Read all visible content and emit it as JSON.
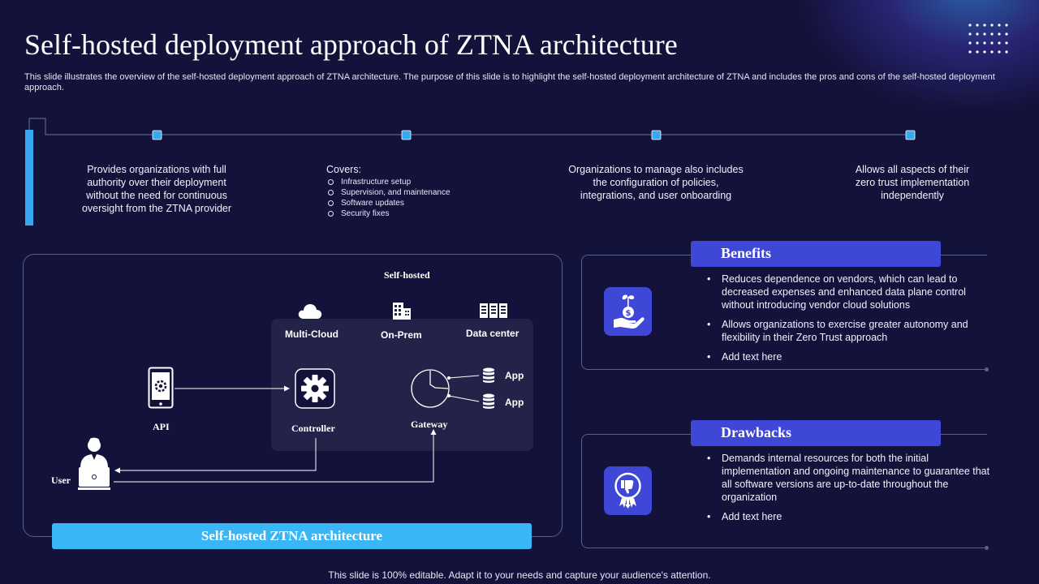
{
  "title": "Self-hosted deployment approach of ZTNA architecture",
  "subtitle": "This slide illustrates the overview of the self-hosted deployment approach of ZTNA architecture. The purpose of this slide is to highlight the self-hosted deployment architecture of ZTNA and includes the pros and cons of the self-hosted deployment approach.",
  "timeline": {
    "item1": "Provides organizations with full authority over their deployment without the need for continuous oversight from the ZTNA provider",
    "covers_title": "Covers:",
    "covers": [
      "Infrastructure setup",
      "Supervision, and maintenance",
      "Software updates",
      "Security fixes"
    ],
    "item3": "Organizations to manage also includes the configuration of policies, integrations, and user onboarding",
    "item4": "Allows all aspects of their zero trust implementation independently"
  },
  "architecture": {
    "self_hosted_label": "Self-hosted",
    "multi_cloud": "Multi-Cloud",
    "on_prem": "On-Prem",
    "data_center": "Data center",
    "api": "API",
    "controller": "Controller",
    "gateway": "Gateway",
    "app1": "App",
    "app2": "App",
    "user": "User",
    "banner": "Self-hosted ZTNA architecture"
  },
  "benefits": {
    "heading": "Benefits",
    "items": [
      "Reduces dependence on vendors, which can lead to decreased expenses and enhanced data plane control without introducing vendor cloud solutions",
      "Allows organizations to exercise greater autonomy and flexibility in their Zero Trust approach",
      "Add text here"
    ]
  },
  "drawbacks": {
    "heading": "Drawbacks",
    "items": [
      "Demands internal resources for both the initial implementation and ongoing maintenance to guarantee that all software versions are up-to-date throughout the organization",
      "Add text here"
    ]
  },
  "footer": "This slide is 100% editable. Adapt it to your needs and capture your audience's attention.",
  "colors": {
    "background": "#13123a",
    "accent_blue": "#35a9f0",
    "heading_blue": "#3e47d6",
    "inner_panel": "#232349"
  },
  "icons": {
    "deco": "dot-grid-icon",
    "cloud": "cloud-icon",
    "on_prem": "building-icon",
    "data_center": "data-center-icon",
    "api": "mobile-gear-icon",
    "controller": "gear-icon",
    "gateway": "gateway-dial-icon",
    "app": "database-icon",
    "user": "user-laptop-icon",
    "benefits": "hand-money-plant-icon",
    "drawbacks": "thumbs-down-badge-icon"
  }
}
